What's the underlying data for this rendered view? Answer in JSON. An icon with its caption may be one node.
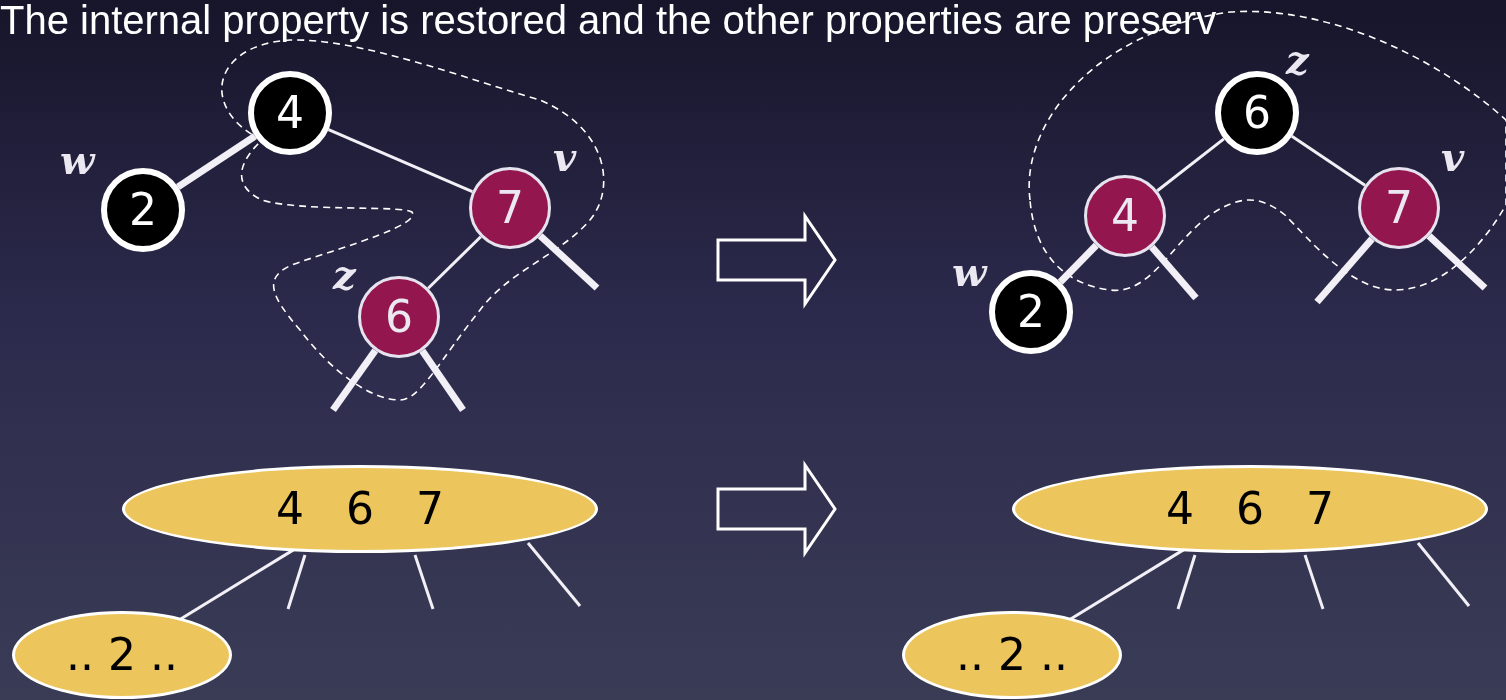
{
  "diagram": {
    "title": "The internal property is restored and the other properties are preserv",
    "nodes": [
      {
        "text": [
          "4"
        ]
      },
      {
        "text": [
          "2"
        ],
        "beside": [
          "w"
        ]
      },
      {
        "text": [
          "7"
        ],
        "beside": [
          "v"
        ]
      },
      {
        "text": [
          "6"
        ],
        "beside": [
          "z"
        ]
      },
      {
        "text": [
          "6"
        ],
        "beside": [
          "z"
        ]
      },
      {
        "text": [
          "4"
        ]
      },
      {
        "text": [
          "7"
        ],
        "beside": [
          "v"
        ]
      },
      {
        "text": [
          "2"
        ],
        "beside": [
          "w"
        ]
      },
      {
        "text": [
          "4   6   7"
        ]
      },
      {
        "text": [
          ".. 2 .."
        ]
      },
      {
        "text": [
          "4   6   7"
        ]
      },
      {
        "text": [
          ".. 2 .."
        ]
      }
    ],
    "edges": [
      {
        "from": 0,
        "to": 1,
        "arrow": "none",
        "style": "thick"
      },
      {
        "from": 0,
        "to": 2,
        "arrow": "none"
      },
      {
        "from": 2,
        "to": 3,
        "arrow": "none"
      },
      {
        "from": 2,
        "to": null,
        "arrow": "none",
        "style": "thick"
      },
      {
        "from": 3,
        "to": null,
        "arrow": "none",
        "style": "thick"
      },
      {
        "from": 3,
        "to": null,
        "arrow": "none",
        "style": "thick"
      },
      {
        "from": 4,
        "to": 5,
        "arrow": "none"
      },
      {
        "from": 4,
        "to": 6,
        "arrow": "none"
      },
      {
        "from": 5,
        "to": 7,
        "arrow": "none",
        "style": "thick"
      },
      {
        "from": 5,
        "to": null,
        "arrow": "none",
        "style": "thick"
      },
      {
        "from": 6,
        "to": null,
        "arrow": "none",
        "style": "thick"
      },
      {
        "from": 6,
        "to": null,
        "arrow": "none",
        "style": "thick"
      },
      {
        "from": 8,
        "to": 9,
        "arrow": "none"
      },
      {
        "from": 8,
        "to": null,
        "arrow": "none"
      },
      {
        "from": 8,
        "to": null,
        "arrow": "none"
      },
      {
        "from": 8,
        "to": null,
        "arrow": "none"
      },
      {
        "from": 10,
        "to": 11,
        "arrow": "none"
      },
      {
        "from": 10,
        "to": null,
        "arrow": "none"
      },
      {
        "from": 10,
        "to": null,
        "arrow": "none"
      },
      {
        "from": 10,
        "to": null,
        "arrow": "none"
      }
    ]
  }
}
